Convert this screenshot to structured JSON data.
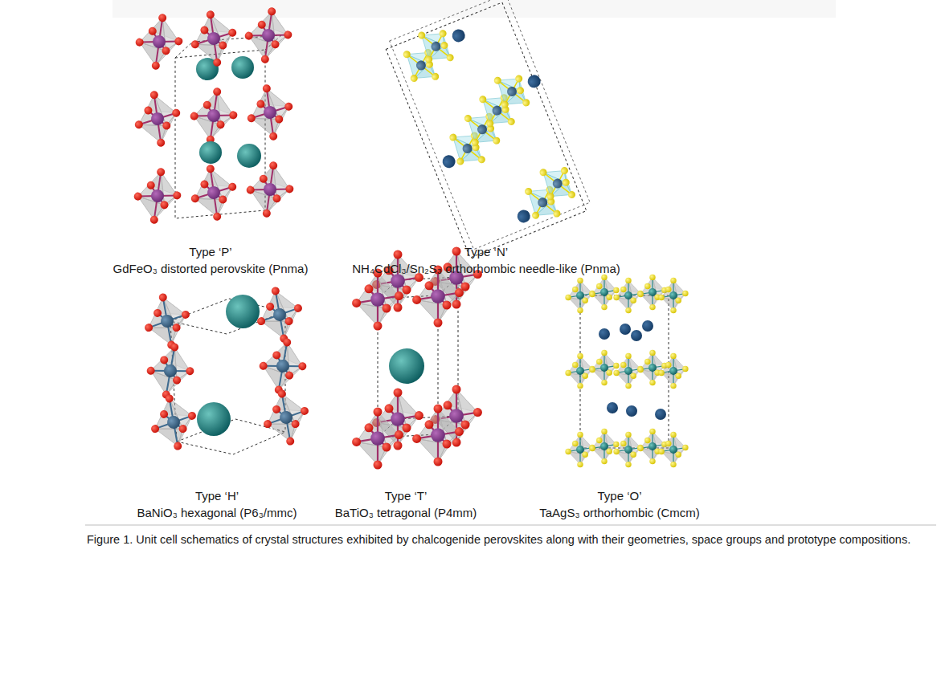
{
  "diagram": {
    "caption": "Figure 1. Unit cell schematics of crystal structures exhibited by chalcogenide perovskites along with their geometries, space groups and prototype compositions.",
    "labels": [
      "Type ‘P’",
      "GdFeO₃ distorted perovskite (Pnma)",
      "Type ‘N’",
      "NH₄CdCl₃/Sn₂S₃ orthorhombic needle-like (Pnma)",
      "Type ‘H’",
      "BaNiO₃ hexagonal (P6₃/mmc)",
      "Type ‘T’",
      "BaTiO₃ tetragonal (P4mm)",
      "Type ‘O’",
      "TaAgS₃ orthorhombic (Cmcm)"
    ]
  }
}
